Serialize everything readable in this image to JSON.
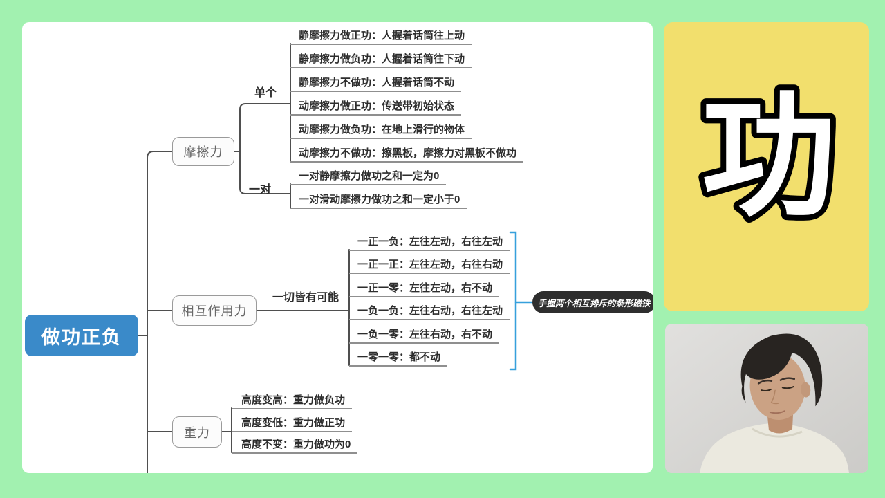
{
  "mindmap": {
    "root": "做功正负",
    "friction": {
      "label": "摩擦力",
      "single": {
        "label": "单个",
        "items": [
          "静摩擦力做正功：人握着话筒往上动",
          "静摩擦力做负功：人握着话筒往下动",
          "静摩擦力不做功：人握着话筒不动",
          "动摩擦力做正功：传送带初始状态",
          "动摩擦力做负功：在地上滑行的物体",
          "动摩擦力不做功：擦黑板，摩擦力对黑板不做功"
        ]
      },
      "pair": {
        "label": "一对",
        "items": [
          "一对静摩擦力做功之和一定为0",
          "一对滑动摩擦力做功之和一定小于0"
        ]
      }
    },
    "interaction": {
      "label": "相互作用力",
      "branch_label": "一切皆有可能",
      "items": [
        "一正一负：左往左动，右往左动",
        "一正一正：左往左动，右往右动",
        "一正一零：左往左动，右不动",
        "一负一负：左往右动，右往左动",
        "一负一零：左往右动，右不动",
        "一零一零：都不动"
      ],
      "note": "手握两个相互排斥的条形磁铁"
    },
    "gravity": {
      "label": "重力",
      "items": [
        "高度变高：重力做负功",
        "高度变低：重力做正功",
        "高度不变：重力做功为0"
      ]
    }
  },
  "slide": {
    "character": "功"
  },
  "colors": {
    "background": "#a2f1b0",
    "root_bg": "#3a8ac9",
    "bracket": "#36a0dc",
    "note_bg": "#2e2e2e",
    "slide_bg": "#f2df6d"
  }
}
